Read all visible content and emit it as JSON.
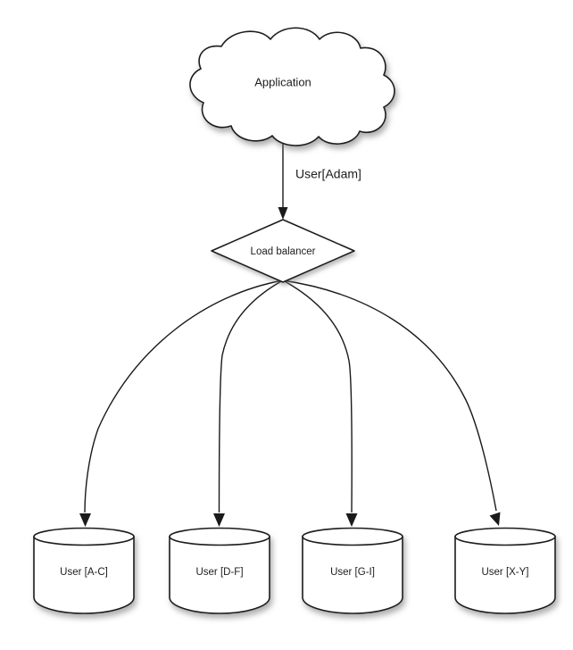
{
  "diagram": {
    "type": "architecture-diagram",
    "background_color": "#ffffff",
    "stroke_color": "#1a1a1a",
    "text_color": "#1c1c1c",
    "nodes": [
      {
        "id": "application",
        "shape": "cloud",
        "label": "Application"
      },
      {
        "id": "load-balancer",
        "shape": "diamond",
        "label": "Load balancer"
      },
      {
        "id": "shard-1",
        "shape": "cylinder",
        "label": "User [A-C]"
      },
      {
        "id": "shard-2",
        "shape": "cylinder",
        "label": "User [D-F]"
      },
      {
        "id": "shard-3",
        "shape": "cylinder",
        "label": "User [G-I]"
      },
      {
        "id": "shard-4",
        "shape": "cylinder",
        "label": "User [X-Y]"
      }
    ],
    "edges": [
      {
        "id": "edge-app-to-lb",
        "from": "application",
        "to": "load-balancer",
        "label": "User[Adam]",
        "style": "straight-arrow"
      },
      {
        "id": "edge-lb-to-shard-1",
        "from": "load-balancer",
        "to": "shard-1",
        "label": "",
        "style": "curved-arrow"
      },
      {
        "id": "edge-lb-to-shard-2",
        "from": "load-balancer",
        "to": "shard-2",
        "label": "",
        "style": "curved-arrow"
      },
      {
        "id": "edge-lb-to-shard-3",
        "from": "load-balancer",
        "to": "shard-3",
        "label": "",
        "style": "curved-arrow"
      },
      {
        "id": "edge-lb-to-shard-4",
        "from": "load-balancer",
        "to": "shard-4",
        "label": "",
        "style": "curved-arrow"
      }
    ]
  }
}
